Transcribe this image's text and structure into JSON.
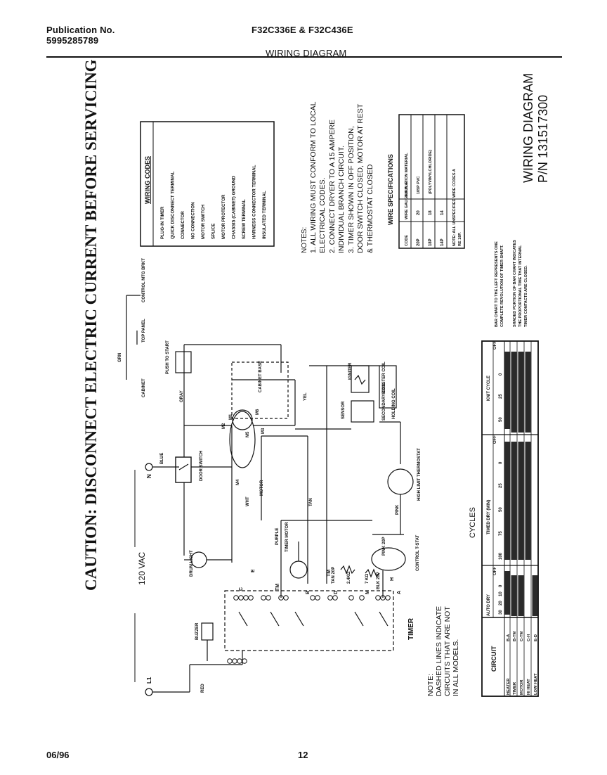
{
  "header": {
    "pub_label": "Publication No.",
    "pub_number": "5995285789",
    "models": "F32C336E & F32C436E",
    "section": "WIRING DIAGRAM"
  },
  "footer": {
    "date": "06/96",
    "page": "12"
  },
  "caution": "CAUTION:  DISCONNECT  ELECTRIC  CURRENT  BEFORE  SERVICING",
  "voltage": "120 VAC",
  "side_title": {
    "line1": "WIRING DIAGRAM",
    "line2": "P/N 131517300"
  },
  "wiring_codes": {
    "title": "WIRING CODES",
    "items": [
      "PLUG-IN TIMER",
      "QUICK DISCONNECT TERMINAL",
      "CONNECTOR",
      "NO CONNECTION",
      "MOTOR SWITCH",
      "SPLICE",
      "MOTOR PROTECTOR",
      "CHASSIS (CABINET) GROUND",
      "SCREW TERMINAL",
      "HARNESS CONNECTOR TERMINAL",
      "INSULATED TERMINAL"
    ]
  },
  "notes": {
    "title": "NOTES:",
    "items": [
      "1. ALL WIRING MUST CONFORM TO LOCAL",
      "ELECTRICAL CODES.",
      "2. CONNECT DRYER TO A 15 AMPERE",
      "INDIVIDUAL BRANCH CIRCUIT.",
      "3. TIMER SHOWN IN OFF POSITION,",
      "DOOR SWITCH CLOSED, MOTOR AT REST",
      "& THERMOSTAT CLOSED"
    ]
  },
  "wire_spec": {
    "title": "WIRE SPECIFICATIONS",
    "headers": [
      "CODE",
      "WIRE GAUGE A.W.G.",
      "INSULATION MATERIAL"
    ],
    "rows": [
      [
        "20P",
        "20",
        "105P PVC"
      ],
      [
        "18P",
        "18",
        "(POLYVINYLCHLORIDE)"
      ],
      [
        "14P",
        "14",
        ""
      ]
    ],
    "note": "NOTE: ALL UNSPECIFIED WIRE CODES ARE 18P."
  },
  "bar_notes": [
    "BAR CHART TO THE LEFT REPRESENTS ONE",
    "COMPLETE REVOLUTION OF TIMER SHAFT.",
    "SHADED PORTION OF BAR CHART INDICATES",
    "THE PROPORTIONAL TIME THAT INTERNAL",
    "TIMER CONTACTS ARE CLOSED."
  ],
  "dashed_note": [
    "NOTE:",
    "DASHED LINES INDICATE",
    "CIRCUITS THAT ARE NOT",
    "IN ALL MODELS."
  ],
  "cycles": {
    "title": "CYCLES",
    "circuit_label": "CIRCUIT",
    "groups": [
      "AUTO DRY",
      "TIMED DRY (MIN)",
      "KNIT CYCLE"
    ],
    "circuits": [
      {
        "name": "HEATER",
        "code": "B-A"
      },
      {
        "name": "TIMER",
        "code": "B-TM"
      },
      {
        "name": "MOTOR",
        "code": "C-TM"
      },
      {
        "name": "HI HEAT",
        "code": "C-H"
      },
      {
        "name": "LOW HEAT",
        "code": "E-D"
      }
    ],
    "auto_ticks": [
      "30",
      "20",
      "10",
      "0"
    ],
    "timed_ticks": [
      "100",
      "75",
      "50",
      "25",
      "0"
    ],
    "knit_ticks": [
      "50",
      "25",
      "0"
    ],
    "off": "OFF"
  },
  "labels": {
    "n": "N",
    "l1": "L1",
    "blue": "BLUE",
    "red": "RED",
    "wht": "WHT",
    "tan": "TAN",
    "gray": "GRAY",
    "purple": "PURPLE",
    "yel": "YEL",
    "grn": "GRN",
    "pink": "PINK",
    "door_switch": "DOOR SWITCH",
    "drum_light": "DRUM LIGHT",
    "buzzer": "BUZZER",
    "timer": "TIMER",
    "timer_motor": "TIMER MOTOR",
    "motor": "MOTOR",
    "cabinet": "CABINET",
    "top_panel": "TOP PANEL",
    "control_mtg_brkt": "CONTROL MTG BRKT",
    "push_to_start": "PUSH TO START",
    "cabinet_base": "CABINET BASE",
    "igniter": "IGNITER",
    "sensor": "SENSOR",
    "booster_coil": "BOOSTER COIL",
    "holding_coil": "HOLDING COIL",
    "secondary_coil": "SECONDARY COIL",
    "high_limit": "HIGH LIMIT THERMOSTAT",
    "control_thermostat": "CONTROL T-STAT",
    "res1": "2.4KΩ",
    "res2": "7 KΩ",
    "tan20p": "TAN 20P",
    "pink20p": "PINK 20P",
    "blk20p": "BLK 20P",
    "m1": "M1",
    "m2": "M2",
    "m3": "M3",
    "m4": "M4",
    "m5": "M5",
    "m6": "M6"
  },
  "timer_terminals": [
    "C",
    "E",
    "TM",
    "TM",
    "B",
    "D",
    "M",
    "H",
    "A"
  ]
}
